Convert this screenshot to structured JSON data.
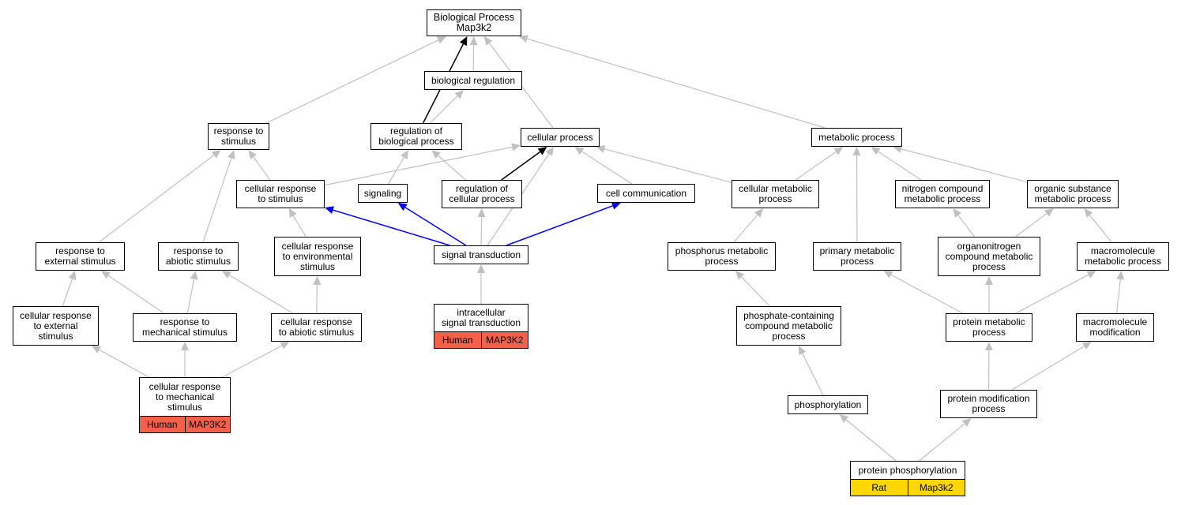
{
  "graph": {
    "nodes": [
      {
        "id": "bp",
        "label": "Biological Process\nMap3k2"
      },
      {
        "id": "biol_reg",
        "label": "biological regulation"
      },
      {
        "id": "resp_stim",
        "label": "response to\nstimulus"
      },
      {
        "id": "reg_bp",
        "label": "regulation of\nbiological process"
      },
      {
        "id": "cell_proc",
        "label": "cellular process"
      },
      {
        "id": "metab",
        "label": "metabolic process"
      },
      {
        "id": "cell_resp_stim",
        "label": "cellular response\nto stimulus"
      },
      {
        "id": "signaling",
        "label": "signaling"
      },
      {
        "id": "reg_cell_proc",
        "label": "regulation of\ncellular process"
      },
      {
        "id": "cell_comm",
        "label": "cell communication"
      },
      {
        "id": "cell_metab",
        "label": "cellular metabolic\nprocess"
      },
      {
        "id": "nitro_metab",
        "label": "nitrogen compound\nmetabolic process"
      },
      {
        "id": "org_sub",
        "label": "organic substance\nmetabolic process"
      },
      {
        "id": "resp_ext",
        "label": "response to\nexternal stimulus"
      },
      {
        "id": "resp_abiotic",
        "label": "response to\nabiotic stimulus"
      },
      {
        "id": "cell_resp_env",
        "label": "cellular response\nto environmental\nstimulus"
      },
      {
        "id": "sig_trans",
        "label": "signal transduction"
      },
      {
        "id": "phos_metab",
        "label": "phosphorus metabolic\nprocess"
      },
      {
        "id": "prim_metab",
        "label": "primary metabolic\nprocess"
      },
      {
        "id": "organonitro",
        "label": "organonitrogen\ncompound metabolic\nprocess"
      },
      {
        "id": "macro_metab",
        "label": "macromolecule\nmetabolic process"
      },
      {
        "id": "cell_resp_ext",
        "label": "cellular response\nto external\nstimulus"
      },
      {
        "id": "resp_mech",
        "label": "response to\nmechanical stimulus"
      },
      {
        "id": "cell_resp_abiotic",
        "label": "cellular response\nto abiotic stimulus"
      },
      {
        "id": "intra_sig",
        "label": "intracellular\nsignal transduction",
        "annotation": {
          "species": "Human",
          "gene": "MAP3K2"
        }
      },
      {
        "id": "phosphate",
        "label": "phosphate-containing\ncompound metabolic\nprocess"
      },
      {
        "id": "prot_metab",
        "label": "protein metabolic\nprocess"
      },
      {
        "id": "macro_mod",
        "label": "macromolecule\nmodification"
      },
      {
        "id": "cell_resp_mech",
        "label": "cellular response\nto mechanical\nstimulus",
        "annotation": {
          "species": "Human",
          "gene": "MAP3K2"
        }
      },
      {
        "id": "phosphorylation",
        "label": "phosphorylation"
      },
      {
        "id": "prot_mod",
        "label": "protein modification\nprocess"
      },
      {
        "id": "prot_phos",
        "label": "protein phosphorylation",
        "annotation": {
          "species": "Rat",
          "gene": "Map3k2"
        }
      }
    ],
    "edges": [
      {
        "from": "biol_reg",
        "to": "bp",
        "style": "gray"
      },
      {
        "from": "resp_stim",
        "to": "bp",
        "style": "gray"
      },
      {
        "from": "reg_bp",
        "to": "bp",
        "style": "black"
      },
      {
        "from": "reg_bp",
        "to": "biol_reg",
        "style": "gray"
      },
      {
        "from": "cell_proc",
        "to": "bp",
        "style": "gray"
      },
      {
        "from": "metab",
        "to": "bp",
        "style": "gray"
      },
      {
        "from": "cell_resp_stim",
        "to": "resp_stim",
        "style": "gray"
      },
      {
        "from": "cell_resp_stim",
        "to": "cell_proc",
        "style": "gray"
      },
      {
        "from": "signaling",
        "to": "reg_bp",
        "style": "gray"
      },
      {
        "from": "reg_cell_proc",
        "to": "reg_bp",
        "style": "gray"
      },
      {
        "from": "reg_cell_proc",
        "to": "cell_proc",
        "style": "black"
      },
      {
        "from": "cell_comm",
        "to": "cell_proc",
        "style": "gray"
      },
      {
        "from": "cell_metab",
        "to": "cell_proc",
        "style": "gray"
      },
      {
        "from": "cell_metab",
        "to": "metab",
        "style": "gray"
      },
      {
        "from": "nitro_metab",
        "to": "metab",
        "style": "gray"
      },
      {
        "from": "org_sub",
        "to": "metab",
        "style": "gray"
      },
      {
        "from": "resp_ext",
        "to": "resp_stim",
        "style": "gray"
      },
      {
        "from": "resp_abiotic",
        "to": "resp_stim",
        "style": "gray"
      },
      {
        "from": "cell_resp_env",
        "to": "cell_resp_stim",
        "style": "gray"
      },
      {
        "from": "sig_trans",
        "to": "cell_resp_stim",
        "style": "blue"
      },
      {
        "from": "sig_trans",
        "to": "signaling",
        "style": "blue"
      },
      {
        "from": "sig_trans",
        "to": "reg_cell_proc",
        "style": "gray"
      },
      {
        "from": "sig_trans",
        "to": "cell_comm",
        "style": "blue"
      },
      {
        "from": "sig_trans",
        "to": "cell_proc",
        "style": "gray"
      },
      {
        "from": "phos_metab",
        "to": "cell_metab",
        "style": "gray"
      },
      {
        "from": "prim_metab",
        "to": "metab",
        "style": "gray"
      },
      {
        "from": "organonitro",
        "to": "nitro_metab",
        "style": "gray"
      },
      {
        "from": "organonitro",
        "to": "org_sub",
        "style": "gray"
      },
      {
        "from": "macro_metab",
        "to": "org_sub",
        "style": "gray"
      },
      {
        "from": "cell_resp_ext",
        "to": "resp_ext",
        "style": "gray"
      },
      {
        "from": "resp_mech",
        "to": "resp_ext",
        "style": "gray"
      },
      {
        "from": "resp_mech",
        "to": "resp_abiotic",
        "style": "gray"
      },
      {
        "from": "cell_resp_abiotic",
        "to": "resp_abiotic",
        "style": "gray"
      },
      {
        "from": "cell_resp_abiotic",
        "to": "cell_resp_env",
        "style": "gray"
      },
      {
        "from": "intra_sig",
        "to": "sig_trans",
        "style": "gray"
      },
      {
        "from": "phosphate",
        "to": "phos_metab",
        "style": "gray"
      },
      {
        "from": "prot_metab",
        "to": "prim_metab",
        "style": "gray"
      },
      {
        "from": "prot_metab",
        "to": "organonitro",
        "style": "gray"
      },
      {
        "from": "prot_metab",
        "to": "macro_metab",
        "style": "gray"
      },
      {
        "from": "macro_mod",
        "to": "macro_metab",
        "style": "gray"
      },
      {
        "from": "cell_resp_mech",
        "to": "cell_resp_ext",
        "style": "gray"
      },
      {
        "from": "cell_resp_mech",
        "to": "resp_mech",
        "style": "gray"
      },
      {
        "from": "cell_resp_mech",
        "to": "cell_resp_abiotic",
        "style": "gray"
      },
      {
        "from": "phosphorylation",
        "to": "phosphate",
        "style": "gray"
      },
      {
        "from": "prot_mod",
        "to": "prot_metab",
        "style": "gray"
      },
      {
        "from": "prot_mod",
        "to": "macro_mod",
        "style": "gray"
      },
      {
        "from": "prot_phos",
        "to": "phosphorylation",
        "style": "gray"
      },
      {
        "from": "prot_phos",
        "to": "prot_mod",
        "style": "gray"
      }
    ]
  },
  "colors": {
    "human": "#f4614a",
    "rat": "#ffd700",
    "edge_gray": "#c0c0c0",
    "edge_black": "#000000",
    "edge_blue": "#0000ff"
  }
}
